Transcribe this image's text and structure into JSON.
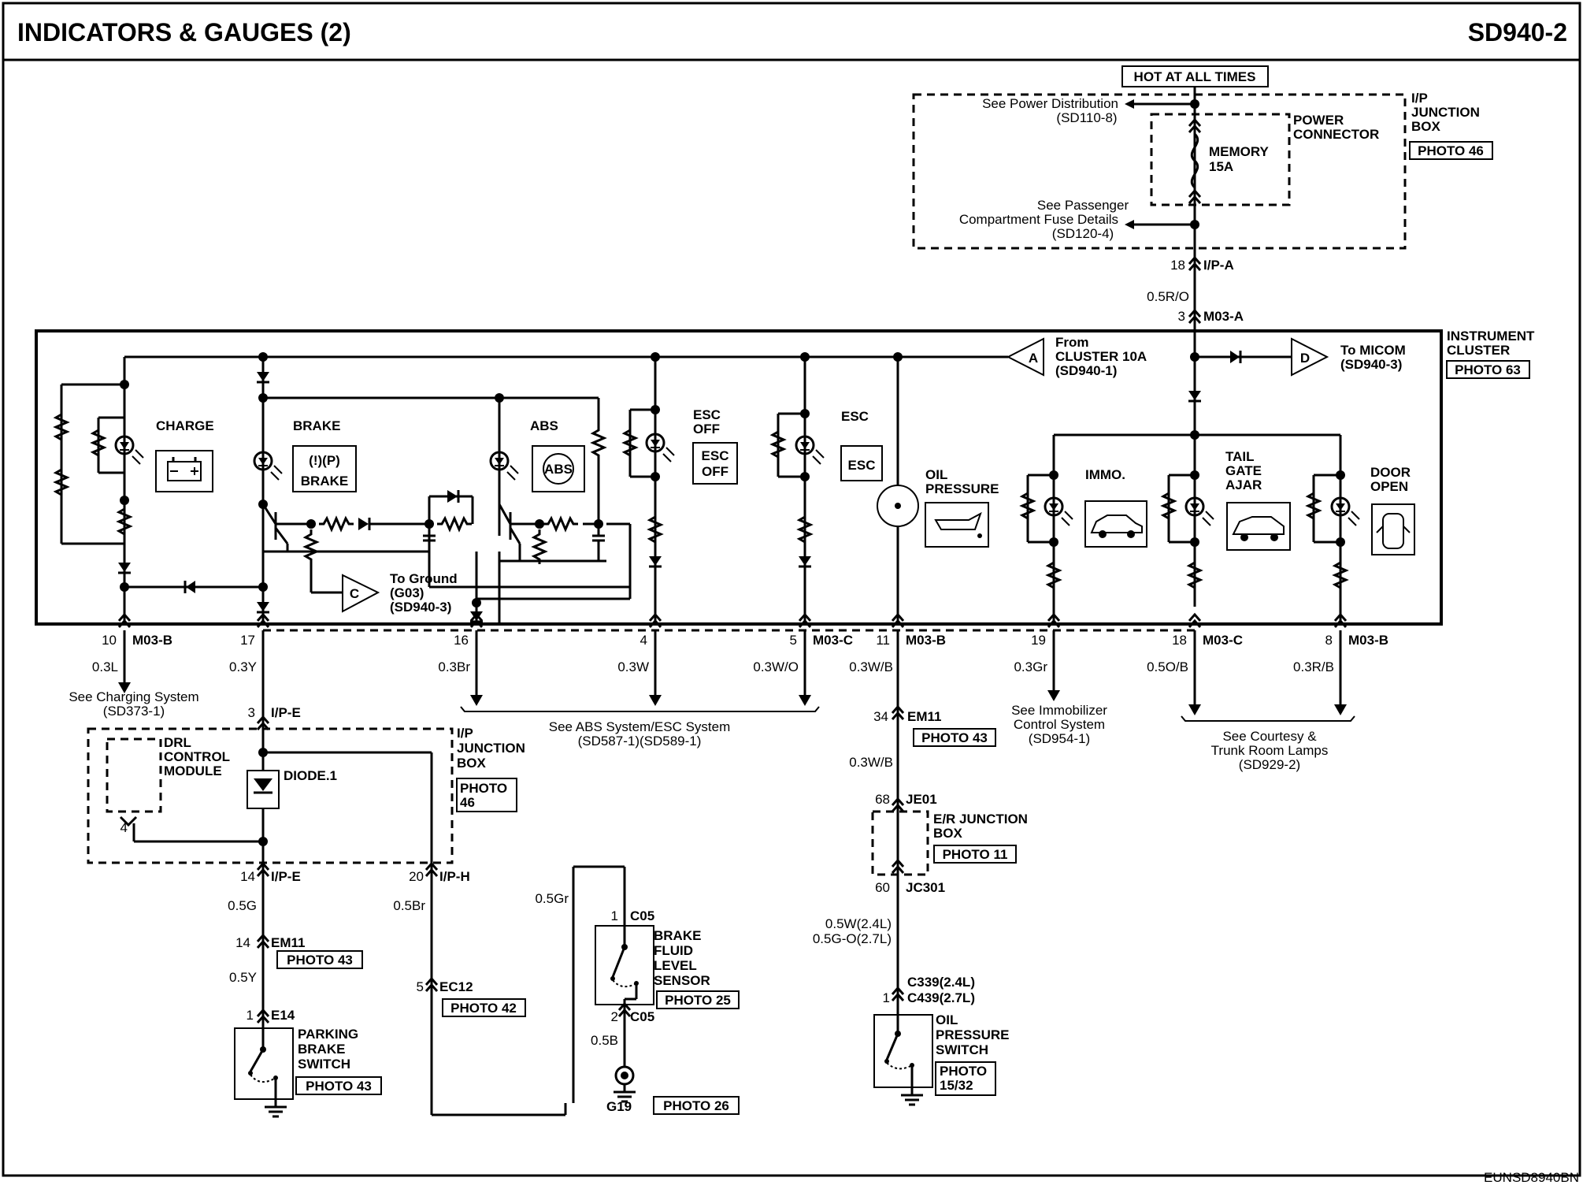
{
  "header": {
    "title": "INDICATORS & GAUGES (2)",
    "code": "SD940-2"
  },
  "footer": {
    "ref": "EUNSD8940BN"
  },
  "power": {
    "hot": "HOT AT ALL TIMES",
    "ip_box": [
      "I/P",
      "JUNCTION",
      "BOX"
    ],
    "ip_photo": "PHOTO 46",
    "power_connector": [
      "POWER",
      "CONNECTOR"
    ],
    "fuse": [
      "MEMORY",
      "15A"
    ],
    "see_power": [
      "See Power Distribution",
      "(SD110-8)"
    ],
    "see_passenger": [
      "See Passenger",
      "Compartment Fuse Details",
      "(SD120-4)"
    ],
    "pin_18": "18",
    "conn_ipa": "I/P-A",
    "wire_05ro": "0.5R/O",
    "pin_3": "3",
    "conn_m03a": "M03-A"
  },
  "cluster": {
    "label": [
      "INSTRUMENT",
      "CLUSTER"
    ],
    "photo": "PHOTO 63",
    "from_a": [
      "From",
      "CLUSTER 10A",
      "(SD940-1)"
    ],
    "to_micom": [
      "To MICOM",
      "(SD940-3)"
    ],
    "to_ground": [
      "To Ground",
      "(G03)",
      "(SD940-3)"
    ],
    "tri_a": "A",
    "tri_c": "C",
    "tri_d": "D",
    "charge": "CHARGE",
    "brake": "BRAKE",
    "abs": "ABS",
    "esc_off": [
      "ESC",
      "OFF"
    ],
    "esc": "ESC",
    "oil": [
      "OIL",
      "PRESSURE"
    ],
    "immo": "IMMO.",
    "tail": [
      "TAIL",
      "GATE",
      "AJAR"
    ],
    "door": [
      "DOOR",
      "OPEN"
    ],
    "icon_brake": "BRAKE",
    "icon_abs": "ABS",
    "icon_escoff": [
      "ESC",
      "OFF"
    ],
    "icon_esc": "ESC",
    "icon_brake_top": "(!)(P)"
  },
  "pins": {
    "p10": "10",
    "p17": "17",
    "p16": "16",
    "p4": "4",
    "p5": "5",
    "p11": "11",
    "p19": "19",
    "p18": "18",
    "p8": "8",
    "m03b": "M03-B",
    "m03c": "M03-C"
  },
  "wires": {
    "w03l": "0.3L",
    "w03y": "0.3Y",
    "w03br": "0.3Br",
    "w03w": "0.3W",
    "w03wo": "0.3W/O",
    "w03wb": "0.3W/B",
    "w03gr": "0.3Gr",
    "w05ob": "0.5O/B",
    "w03rb": "0.3R/B"
  },
  "refs": {
    "charging": [
      "See Charging System",
      "(SD373-1)"
    ],
    "abs_esc": [
      "See ABS System/ESC System",
      "(SD587-1)(SD589-1)"
    ],
    "immobilizer": [
      "See Immobilizer",
      "Control System",
      "(SD954-1)"
    ],
    "courtesy": [
      "See Courtesy &",
      "Trunk Room Lamps",
      "(SD929-2)"
    ]
  },
  "lower_left": {
    "pin3": "3",
    "ipe": "I/P-E",
    "drl": [
      "DRL",
      "CONTROL",
      "MODULE"
    ],
    "diode": "DIODE.1",
    "ipjb": [
      "I/P",
      "JUNCTION",
      "BOX"
    ],
    "photo46": [
      "PHOTO",
      "46"
    ],
    "pin4": "4",
    "pin14a": "14",
    "ipe2": "I/P-E",
    "pin20": "20",
    "iph": "I/P-H",
    "w05g": "0.5G",
    "w05br": "0.5Br",
    "pin14b": "14",
    "em11": "EM11",
    "photo43a": "PHOTO 43",
    "w05y": "0.5Y",
    "pin5": "5",
    "ec12": "EC12",
    "photo42": "PHOTO 42",
    "pin1": "1",
    "e14": "E14",
    "pbs": [
      "PARKING",
      "BRAKE",
      "SWITCH"
    ],
    "photo43b": "PHOTO 43"
  },
  "brake_fluid": {
    "w05gr": "0.5Gr",
    "pin1": "1",
    "c05a": "C05",
    "label": [
      "BRAKE",
      "FLUID",
      "LEVEL",
      "SENSOR"
    ],
    "photo": "PHOTO 25",
    "pin2": "2",
    "c05b": "C05",
    "w05b": "0.5B",
    "g19": "G19",
    "photo26": "PHOTO 26"
  },
  "oil_path": {
    "pin34": "34",
    "em11": "EM11",
    "photo43": "PHOTO 43",
    "w03wb": "0.3W/B",
    "pin68": "68",
    "je01": "JE01",
    "er": [
      "E/R JUNCTION",
      "BOX"
    ],
    "photo11": "PHOTO 11",
    "pin60": "60",
    "jc301": "JC301",
    "w1": "0.5W(2.4L)",
    "w2": "0.5G-O(2.7L)",
    "pin1": "1",
    "c339": "C339(2.4L)",
    "c439": "C439(2.7L)",
    "ops": [
      "OIL",
      "PRESSURE",
      "SWITCH"
    ],
    "photo": [
      "PHOTO",
      "15/32"
    ]
  }
}
